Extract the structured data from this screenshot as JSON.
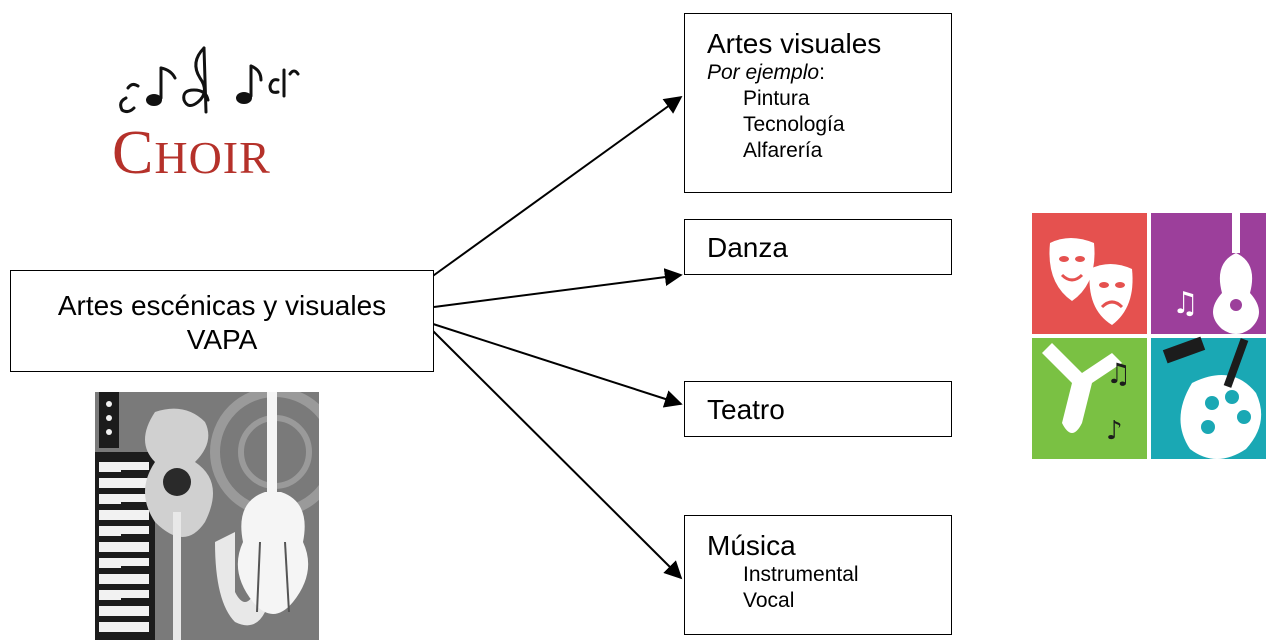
{
  "center": {
    "line1": "Artes escénicas y visuales",
    "line2": "VAPA"
  },
  "visual_arts": {
    "title": "Artes visuales",
    "example_prefix": "Por ejemplo",
    "example_colon": ":",
    "items": [
      "Pintura",
      "Tecnología",
      "Alfarería"
    ]
  },
  "dance": {
    "title": "Danza"
  },
  "theatre": {
    "title": "Teatro"
  },
  "music": {
    "title": "Música",
    "items": [
      "Instrumental",
      "Vocal"
    ]
  },
  "choir_logo": {
    "text_cap": "C",
    "text_rest": "HOIR",
    "color": "#b5312a"
  },
  "arts_logo": {
    "colors": [
      "#e5514f",
      "#9c3f9b",
      "#7ac143",
      "#1aa8b4"
    ]
  }
}
